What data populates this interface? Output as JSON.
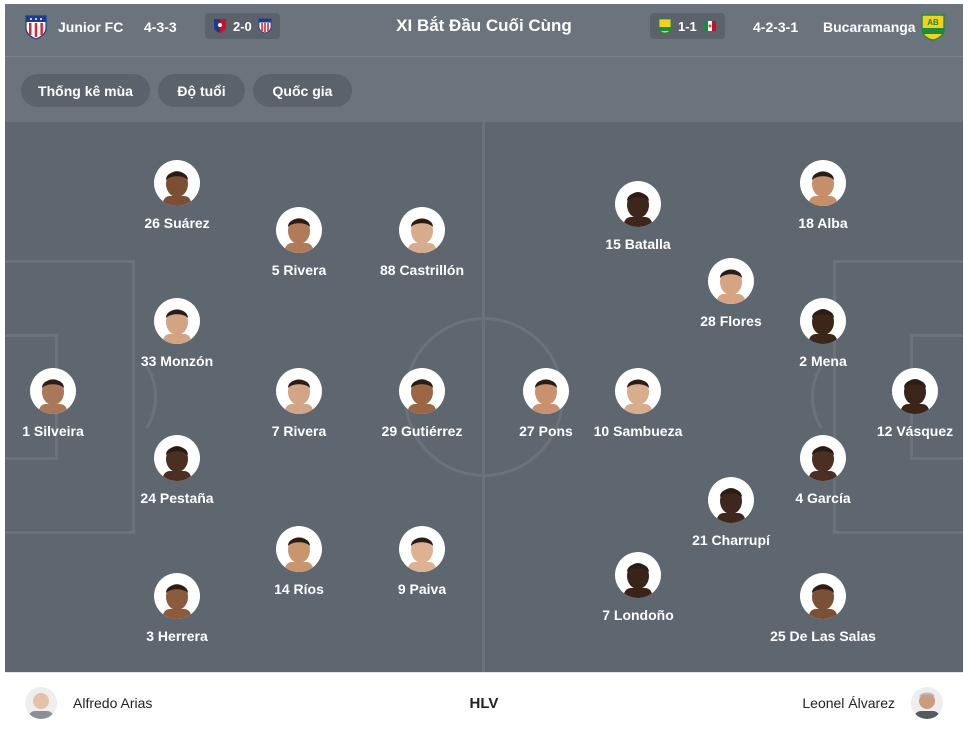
{
  "header": {
    "title": "XI Bắt Đầu Cuối Cùng",
    "home": {
      "name": "Junior FC",
      "formation": "4-3-3",
      "last_score": "2-0",
      "crest_icon": "junior-fc-crest-icon"
    },
    "away": {
      "name": "Bucaramanga",
      "formation": "4-2-3-1",
      "last_score": "1-1",
      "crest_icon": "bucaramanga-crest-icon"
    }
  },
  "filters": [
    "Thống kê mùa",
    "Độ tuổi",
    "Quốc gia"
  ],
  "home_players": [
    {
      "number": "1",
      "name": "Silveira",
      "label": "1 Silveira",
      "skin": "#a9775a"
    },
    {
      "number": "26",
      "name": "Suárez",
      "label": "26 Suárez",
      "skin": "#7a4f34"
    },
    {
      "number": "33",
      "name": "Monzón",
      "label": "33 Monzón",
      "skin": "#d3a484"
    },
    {
      "number": "24",
      "name": "Pestaña",
      "label": "24 Pestaña",
      "skin": "#4a2f22"
    },
    {
      "number": "3",
      "name": "Herrera",
      "label": "3 Herrera",
      "skin": "#8c5a3c"
    },
    {
      "number": "5",
      "name": "Rivera",
      "label": "5 Rivera",
      "skin": "#b07b58"
    },
    {
      "number": "7",
      "name": "Rivera",
      "label": "7 Rivera",
      "skin": "#d1a585"
    },
    {
      "number": "14",
      "name": "Ríos",
      "label": "14 Ríos",
      "skin": "#c9956f"
    },
    {
      "number": "88",
      "name": "Castrillón",
      "label": "88 Castrillón",
      "skin": "#d6ac8c"
    },
    {
      "number": "29",
      "name": "Gutiérrez",
      "label": "29 Gutiérrez",
      "skin": "#9a6645"
    },
    {
      "number": "9",
      "name": "Paiva",
      "label": "9 Paiva",
      "skin": "#dcb293"
    }
  ],
  "away_players": [
    {
      "number": "27",
      "name": "Pons",
      "label": "27 Pons",
      "skin": "#c7926d"
    },
    {
      "number": "15",
      "name": "Batalla",
      "label": "15 Batalla",
      "skin": "#3d261b"
    },
    {
      "number": "10",
      "name": "Sambueza",
      "label": "10 Sambueza",
      "skin": "#d8ad8d"
    },
    {
      "number": "7",
      "name": "Londoño",
      "label": "7 Londoño",
      "skin": "#3a2318"
    },
    {
      "number": "28",
      "name": "Flores",
      "label": "28 Flores",
      "skin": "#d5a482"
    },
    {
      "number": "21",
      "name": "Charrupí",
      "label": "21 Charrupí",
      "skin": "#3e271c"
    },
    {
      "number": "18",
      "name": "Alba",
      "label": "18 Alba",
      "skin": "#c48f69"
    },
    {
      "number": "2",
      "name": "Mena",
      "label": "2 Mena",
      "skin": "#3c2519"
    },
    {
      "number": "4",
      "name": "García",
      "label": "4 García",
      "skin": "#4b3021"
    },
    {
      "number": "25",
      "name": "De Las Salas",
      "label": "25 De Las Salas",
      "skin": "#7b5038"
    },
    {
      "number": "12",
      "name": "Vásquez",
      "label": "12 Vásquez",
      "skin": "#3b2418"
    }
  ],
  "footer": {
    "label": "HLV",
    "home_coach": {
      "name": "Alfredo Arias",
      "skin": "#e2c2a8"
    },
    "away_coach": {
      "name": "Leonel Álvarez",
      "skin": "#c99c7c"
    }
  },
  "colors": {
    "pitch": "#5e6670",
    "header": "#6b737c",
    "pitch_lines": "#6a727b",
    "junior_red": "#d3283a",
    "junior_blue": "#1d3b8c",
    "bucaramanga_yellow": "#f2d21b",
    "bucaramanga_green": "#1f8a3d"
  }
}
